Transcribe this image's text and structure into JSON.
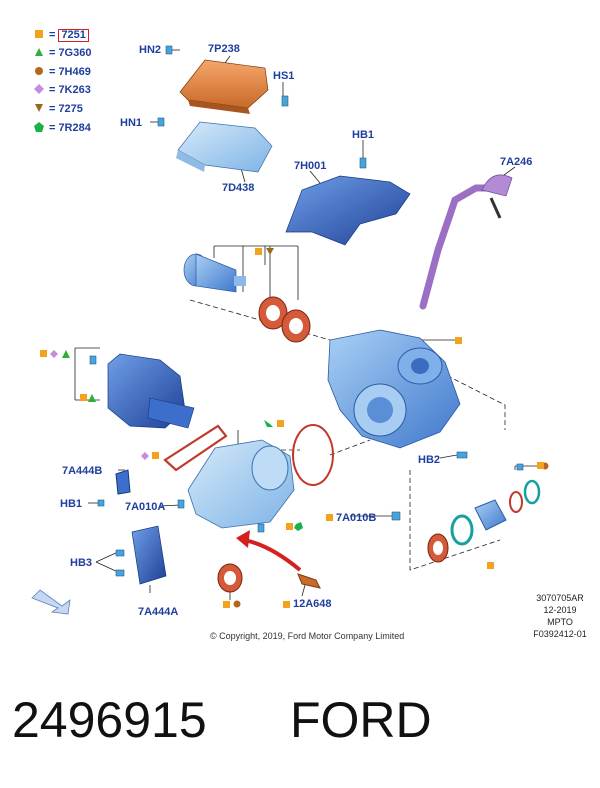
{
  "legend": [
    {
      "symbol": "square",
      "color": "#f2a21c",
      "code": "7251",
      "highlighted": true
    },
    {
      "symbol": "triangle",
      "color": "#2fae3a",
      "code": "7G360"
    },
    {
      "symbol": "circle",
      "color": "#b5651d",
      "code": "7H469"
    },
    {
      "symbol": "diamond",
      "color": "#c58ce0",
      "code": "7K263"
    },
    {
      "symbol": "triangle-down",
      "color": "#9a6a1c",
      "code": "7275"
    },
    {
      "symbol": "pentagon",
      "color": "#19b24a",
      "code": "7R284"
    }
  ],
  "legend_eq": "=",
  "callouts": {
    "hn2": "HN2",
    "p238": "7P238",
    "hs1": "HS1",
    "hn1": "HN1",
    "d438": "7D438",
    "hb1_top": "HB1",
    "h001": "7H001",
    "a246": "7A246",
    "a444b": "7A444B",
    "hb1_left": "HB1",
    "a010a": "7A010A",
    "hb2": "HB2",
    "a010b": "7A010B",
    "hb3": "HB3",
    "a444a": "7A444A",
    "a648": "12A648"
  },
  "meta": {
    "line1": "3070705AR",
    "line2": "12-2019",
    "line3": "MPTO",
    "line4": "F0392412-01",
    "copyright": "© Copyright, 2019, Ford Motor Company Limited"
  },
  "part_number": "2496915",
  "brand": "FORD",
  "colors": {
    "label_blue": "#1f3e9e",
    "part_blue": "#6aa4e6",
    "part_dark": "#1e4fa8",
    "cover_orange": "#e0894a",
    "seal_red": "#c0392b",
    "pipe_purple": "#9a6fc4",
    "arrow_red": "#d42020"
  }
}
